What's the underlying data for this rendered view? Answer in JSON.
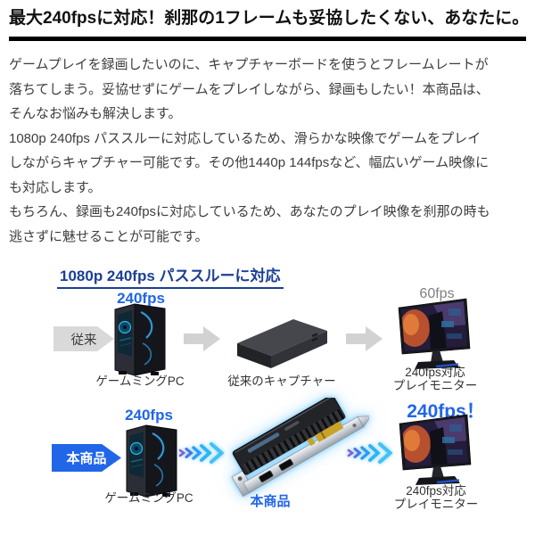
{
  "header": {
    "headline": "最大240fpsに対応！刹那の1フレームも妥協したくない、あなたに。"
  },
  "intro": {
    "paragraphs": [
      "ゲームプレイを録画したいのに、キャプチャーボードを使うとフレームレートが\n落ちてしまう。妥協せずにゲームをプレイしながら、録画もしたい！本商品は、\nそんなお悩みも解決します。",
      "1080p 240fps パススルーに対応しているため、滑らかな映像でゲームをプレイ\nしながらキャプチャー可能です。その他1440p 144fpsなど、幅広いゲーム映像に\nも対応します。",
      "もちろん、録画も240fpsに対応しているため、あなたのプレイ映像を刹那の時も\n逃さずに魅せることが可能です。"
    ]
  },
  "diagram": {
    "title": "1080p 240fps パススルーに対応",
    "colors": {
      "accent_blue": "#2065e8",
      "title_navy": "#1b3f96",
      "tag_blue": "#2166e8",
      "gray_fps": "#7f7f7f",
      "arrow_gray": "#d2d2d2"
    },
    "row_conventional": {
      "tag": "従来",
      "pc_fps": "240fps",
      "pc_label": "ゲームミングPC",
      "capture_label": "従来のキャプチャー",
      "monitor_fps": "60fps",
      "monitor_label_line1": "240fps対応",
      "monitor_label_line2": "プレイモニター"
    },
    "row_product": {
      "tag": "本商品",
      "pc_fps": "240fps",
      "pc_label": "ゲームミングPC",
      "card_label": "本商品",
      "monitor_fps": "240fps！",
      "monitor_label_line1": "240fps対応",
      "monitor_label_line2": "プレイモニター"
    }
  }
}
